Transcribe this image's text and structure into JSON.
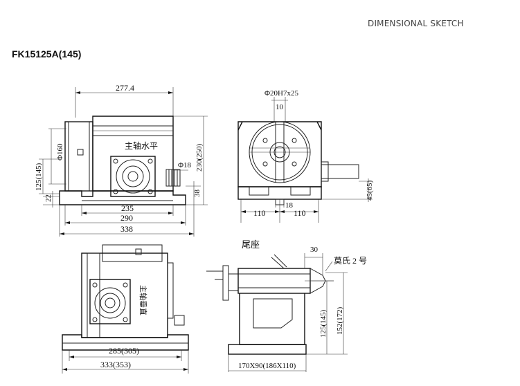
{
  "header": {
    "label": "DIMENSIONAL SKETCH"
  },
  "model": {
    "title": "FK15125A(145)"
  },
  "front_view": {
    "dim_top": "277.4",
    "dim_d160": "Φ160",
    "dim_125_145": "125(145)",
    "dim_22": "22",
    "dim_230_250": "230(250)",
    "dim_d18": "Φ18",
    "dim_38": "38",
    "dim_235": "235",
    "dim_290": "290",
    "dim_338": "338",
    "note_horizontal": "主轴水平"
  },
  "side_view": {
    "dim_d20h7": "Φ20H7x25",
    "dim_10": "10",
    "dim_45_65": "45(65)",
    "dim_18": "18",
    "dim_110_left": "110",
    "dim_110_right": "110"
  },
  "top_view": {
    "dim_285_305": "285(305)",
    "dim_333_353": "333(353)",
    "note_vertical": "主轴垂直"
  },
  "tailstock": {
    "label": "尾座",
    "dim_30": "30",
    "morse": "莫氏 2 号",
    "dim_125_145": "125(145)",
    "dim_152_172": "152(172)",
    "dim_base": "170X90(186X110)"
  }
}
